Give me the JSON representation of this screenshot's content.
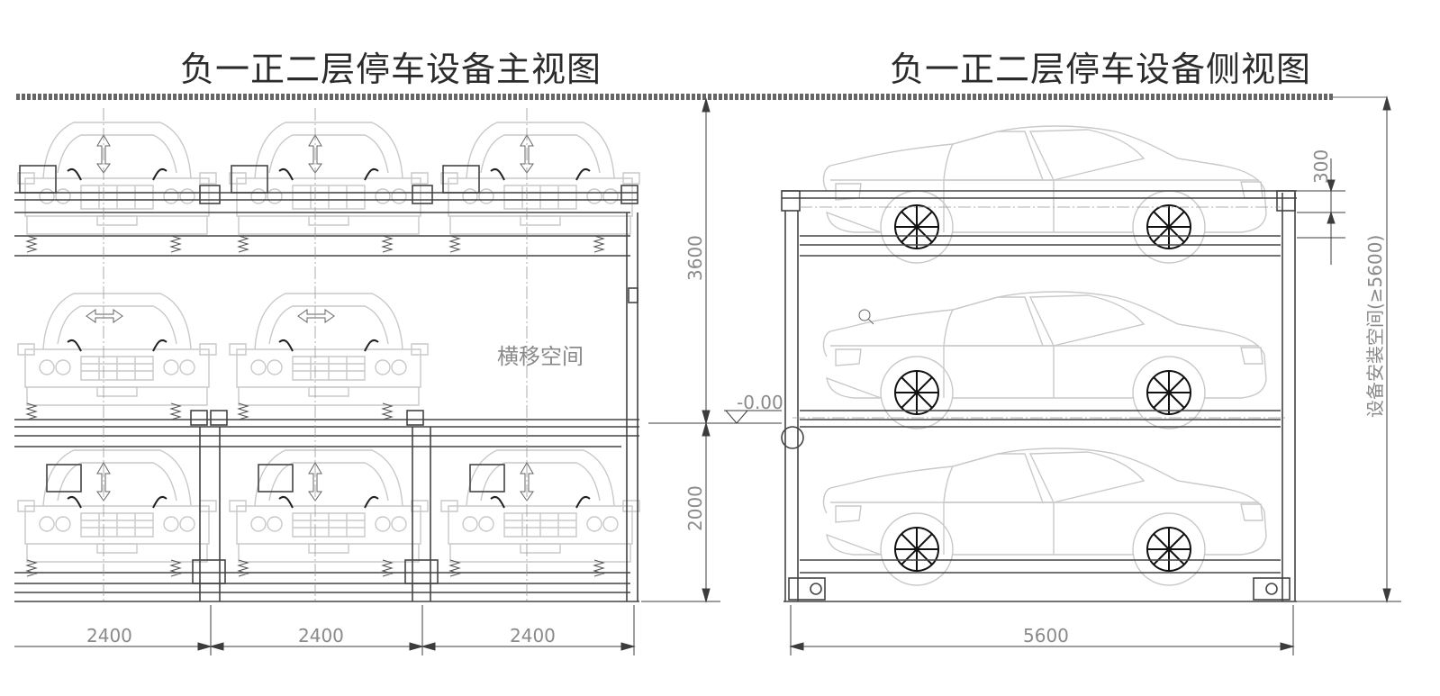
{
  "titles": {
    "front_view": "负一正二层停车设备主视图",
    "side_view": "负一正二层停车设备侧视图"
  },
  "labels": {
    "transverse_space": "横移空间",
    "ground_level": "-0.00",
    "install_space": "设备安装空间(≥5600)"
  },
  "dimensions": {
    "width_1": "2400",
    "width_2": "2400",
    "width_3": "2400",
    "side_length": "5600",
    "upper_height": "3600",
    "lower_height": "2000",
    "offset": "300"
  },
  "colors": {
    "car_outline": "#c9c9c9",
    "structure": "#444444",
    "dimension_text": "#8a8a8a"
  }
}
